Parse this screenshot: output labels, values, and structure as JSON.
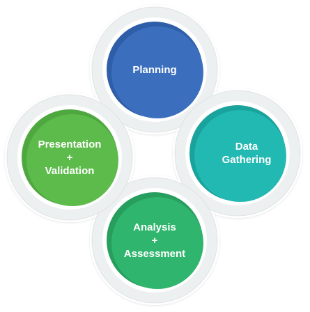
{
  "diagram": {
    "nodes": [
      {
        "id": "planning",
        "lines": [
          "Planning"
        ],
        "color": "#3b6fbe",
        "shade": "#2f5ea8"
      },
      {
        "id": "data-gathering",
        "lines": [
          "Data",
          "Gathering"
        ],
        "color": "#22b9b2",
        "shade": "#1aa39d"
      },
      {
        "id": "analysis-assessment",
        "lines": [
          "Analysis",
          "+",
          "Assessment"
        ],
        "color": "#2fb56d",
        "shade": "#279e5d"
      },
      {
        "id": "presentation-validation",
        "lines": [
          "Presentation",
          "+",
          "Validation"
        ],
        "color": "#5dbb4b",
        "shade": "#4fa83f"
      }
    ],
    "ring_color": "#edf0f0",
    "ring_border": "#dfe3e3",
    "halo_color": "#ffffff"
  }
}
